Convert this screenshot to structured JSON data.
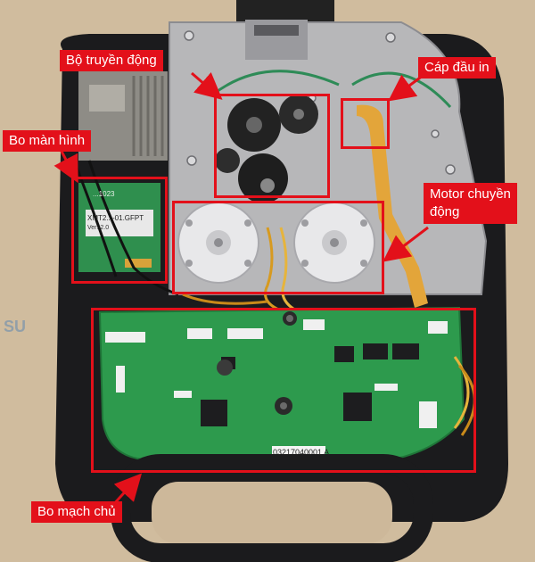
{
  "annotation_color": "#e3101a",
  "labels": {
    "bo_truyen_dong": "Bộ truyền động",
    "cap_dau_in": "Cáp đầu in",
    "bo_man_hinh": "Bo màn hình",
    "motor_line1": "Motor chuyền",
    "motor_line2": "động",
    "bo_mach_chu": "Bo mạch chủ"
  },
  "photo_text": {
    "board_serial": "03217040001 A",
    "lcd_model": "XMT2...-01.GFPT",
    "lcd_code": "...1023",
    "lcd_ver": "Ver: 2.0"
  }
}
